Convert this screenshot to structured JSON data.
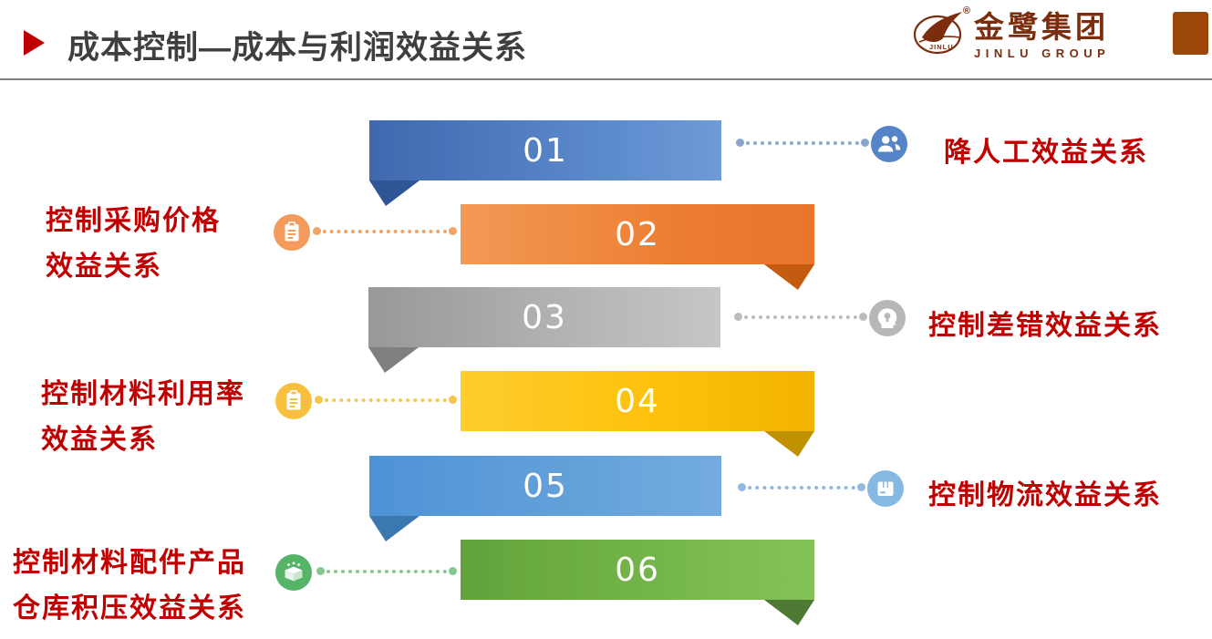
{
  "header": {
    "title": "成本控制—成本与利润效益关系",
    "logo": {
      "brand": "金鹭集团",
      "brand_sub": "JINLU GROUP",
      "emblem_text": "JINLU",
      "registered_mark": "®"
    }
  },
  "steps": [
    {
      "number": "01",
      "icon": "users-icon",
      "label_side": "right",
      "label_line1": "降人工效益关系",
      "ribbon_color": "#4472C4",
      "fold_color": "#2F5597"
    },
    {
      "number": "02",
      "icon": "clipboard-icon",
      "label_side": "left",
      "label_line1": "控制采购价格",
      "label_line2": "效益关系",
      "ribbon_color": "#ED7D31",
      "fold_color": "#C55A11"
    },
    {
      "number": "03",
      "icon": "idea-head-icon",
      "label_side": "right",
      "label_line1": "控制差错效益关系",
      "ribbon_color": "#A6A6A6",
      "fold_color": "#7F7F7F"
    },
    {
      "number": "04",
      "icon": "checklist-icon",
      "label_side": "left",
      "label_line1": "控制材料利用率",
      "label_line2": "效益关系",
      "ribbon_color": "#FFC000",
      "fold_color": "#BF9000"
    },
    {
      "number": "05",
      "icon": "package-icon",
      "label_side": "right",
      "label_line1": "控制物流效益关系",
      "ribbon_color": "#5B9BD5",
      "fold_color": "#41719C"
    },
    {
      "number": "06",
      "icon": "open-box-icon",
      "label_side": "left",
      "label_line1": "控制材料配件产品",
      "label_line2": "仓库积压效益关系",
      "ribbon_color": "#70AD47",
      "fold_color": "#548235"
    }
  ],
  "colors": {
    "label_red": "#C00000",
    "title_gray": "#3F3F3F",
    "logo_brown": "#7B2D0E",
    "corner_square": "#9C4708",
    "divider_gray": "#7F7F7F"
  }
}
